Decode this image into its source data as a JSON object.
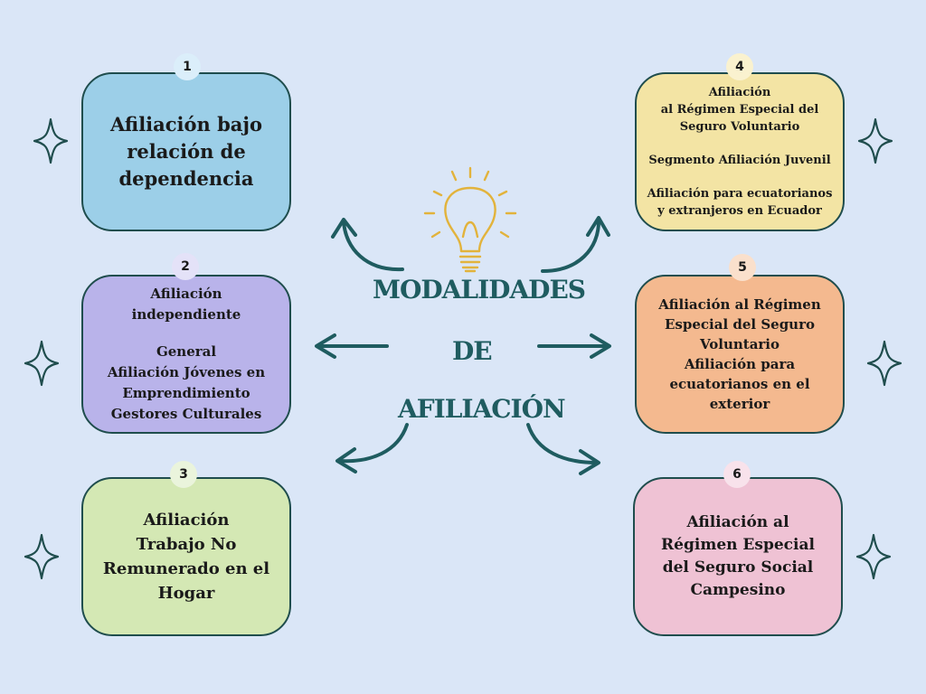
{
  "title": {
    "line1": "MODALIDADES",
    "line2": "DE",
    "line3": "AFILIACIÓN"
  },
  "cards": [
    {
      "number": "1",
      "lines": [
        "Afiliación bajo",
        "relación de",
        "dependencia"
      ],
      "fill": "#9ccfe8",
      "badge_fill": "#dbeefa"
    },
    {
      "number": "2",
      "lines": [
        "Afiliación",
        "independiente",
        "",
        "General",
        "Afiliación Jóvenes en",
        "Emprendimiento",
        "Gestores Culturales"
      ],
      "fill": "#b9b3ea",
      "badge_fill": "#e4e2f8"
    },
    {
      "number": "3",
      "lines": [
        "Afiliación",
        "Trabajo No",
        "Remunerado en el",
        "Hogar"
      ],
      "fill": "#d4e8b4",
      "badge_fill": "#eaf4dc"
    },
    {
      "number": "4",
      "lines": [
        "Afiliación",
        "al Régimen Especial del",
        "Seguro Voluntario",
        "",
        "Segmento Afiliación Juvenil",
        "",
        "Afiliación para ecuatorianos",
        "y extranjeros en Ecuador"
      ],
      "fill": "#f3e4a4",
      "badge_fill": "#faf2cf"
    },
    {
      "number": "5",
      "lines": [
        "Afiliación al Régimen",
        "Especial del Seguro",
        "Voluntario",
        "Afiliación para",
        "ecuatorianos en el",
        "exterior"
      ],
      "fill": "#f4b98f",
      "badge_fill": "#fae0cc"
    },
    {
      "number": "6",
      "lines": [
        "Afiliación al",
        "Régimen Especial",
        "del Seguro Social",
        "Campesino"
      ],
      "fill": "#efc2d4",
      "badge_fill": "#f8e2eb"
    }
  ],
  "colors": {
    "background": "#dae6f7",
    "arrow": "#1f5c60",
    "outline": "#1f4d4d",
    "bulb": "#e2b33c",
    "title": "#1f5c60"
  },
  "icons": [
    "sparkle-icon",
    "lightbulb-icon",
    "arrow-icon"
  ]
}
